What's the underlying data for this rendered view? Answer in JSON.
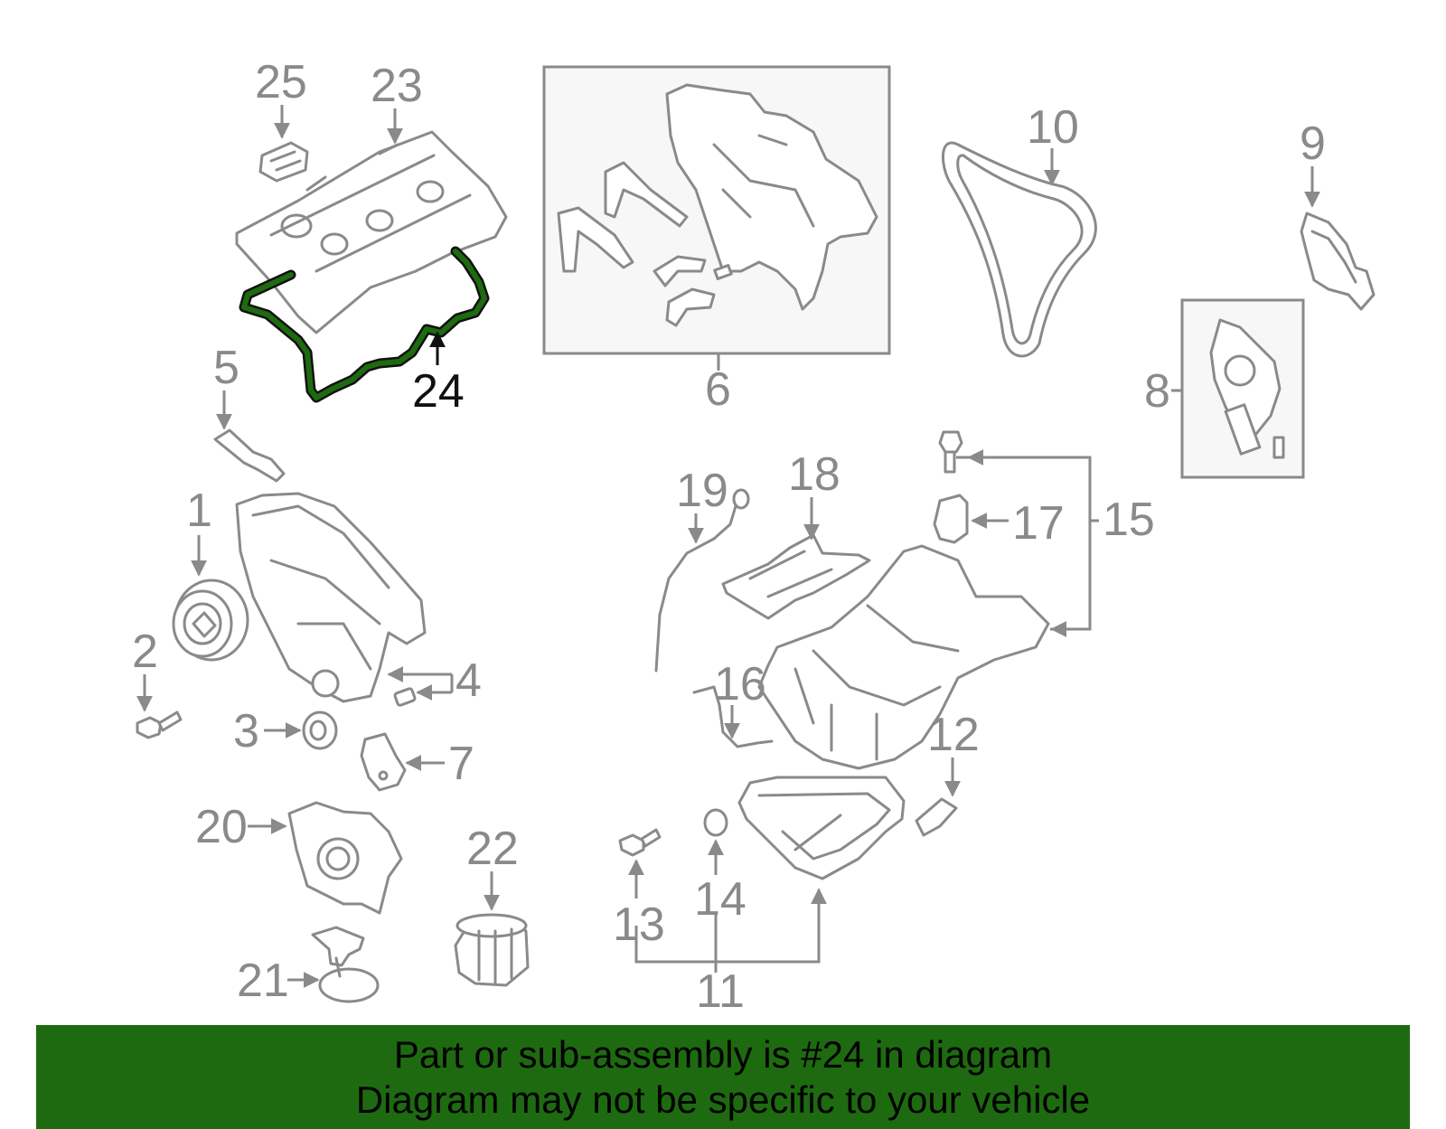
{
  "highlight_color": "#1e6a10",
  "callouts": {
    "c1": "1",
    "c2": "2",
    "c3": "3",
    "c4": "4",
    "c5": "5",
    "c6": "6",
    "c7": "7",
    "c8": "8",
    "c9": "9",
    "c10": "10",
    "c11": "11",
    "c12": "12",
    "c13": "13",
    "c14": "14",
    "c15": "15",
    "c16": "16",
    "c17": "17",
    "c18": "18",
    "c19": "19",
    "c20": "20",
    "c21": "21",
    "c22": "22",
    "c23": "23",
    "c24": "24",
    "c25": "25"
  },
  "highlighted_part": "24",
  "banner": {
    "line1": "Part or sub-assembly is #24 in diagram",
    "line2": "Diagram may not be specific to your vehicle"
  }
}
